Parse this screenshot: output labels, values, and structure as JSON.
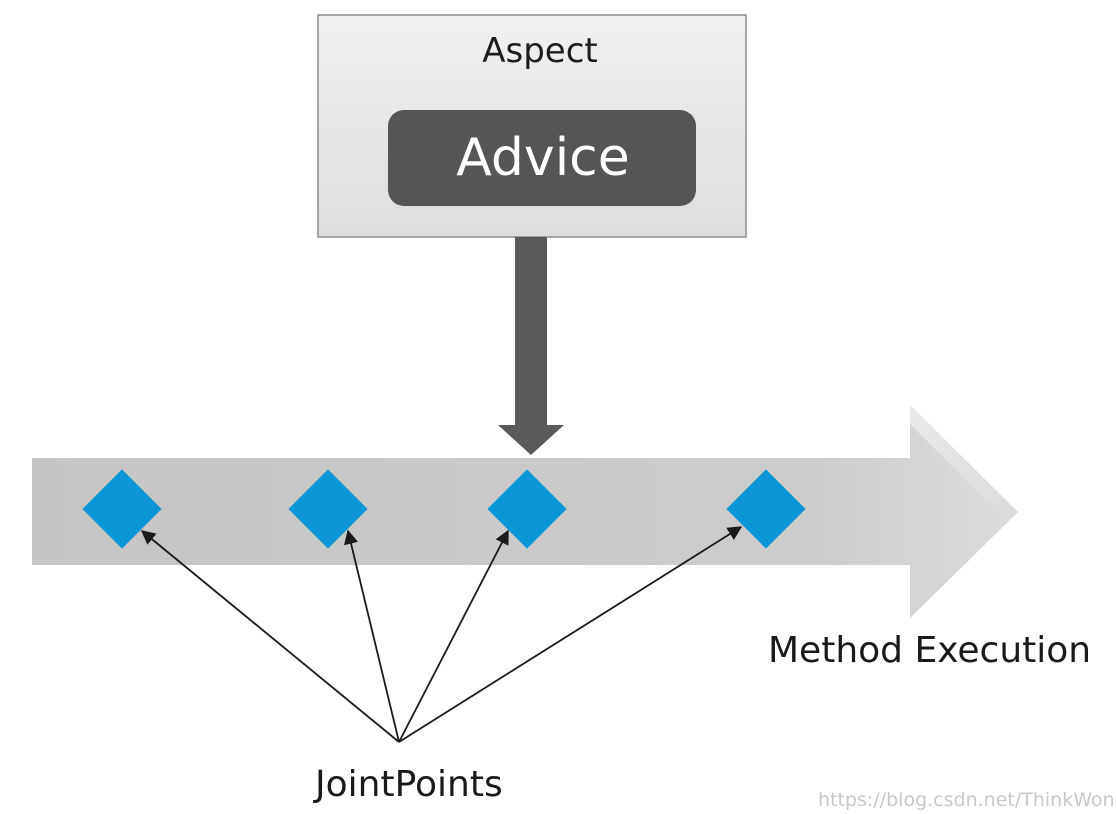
{
  "aspect": {
    "title": "Aspect"
  },
  "advice": {
    "label": "Advice"
  },
  "timeline": {
    "label": "Method Execution"
  },
  "joinpoints": {
    "label": "JointPoints",
    "count": 4
  },
  "watermark": {
    "text": "https://blog.csdn.net/ThinkWon"
  },
  "colors": {
    "aspect_fill": "#e6e6e6",
    "advice_fill": "#555555",
    "connector": "#5a5a5a",
    "timeline": "#c8c8c8",
    "joinpoint": "#0b96d6",
    "line": "#1a1a1a"
  },
  "icons": {
    "joinpoint": "diamond-icon",
    "connector": "down-arrow-icon",
    "timeline": "right-arrow-icon"
  }
}
